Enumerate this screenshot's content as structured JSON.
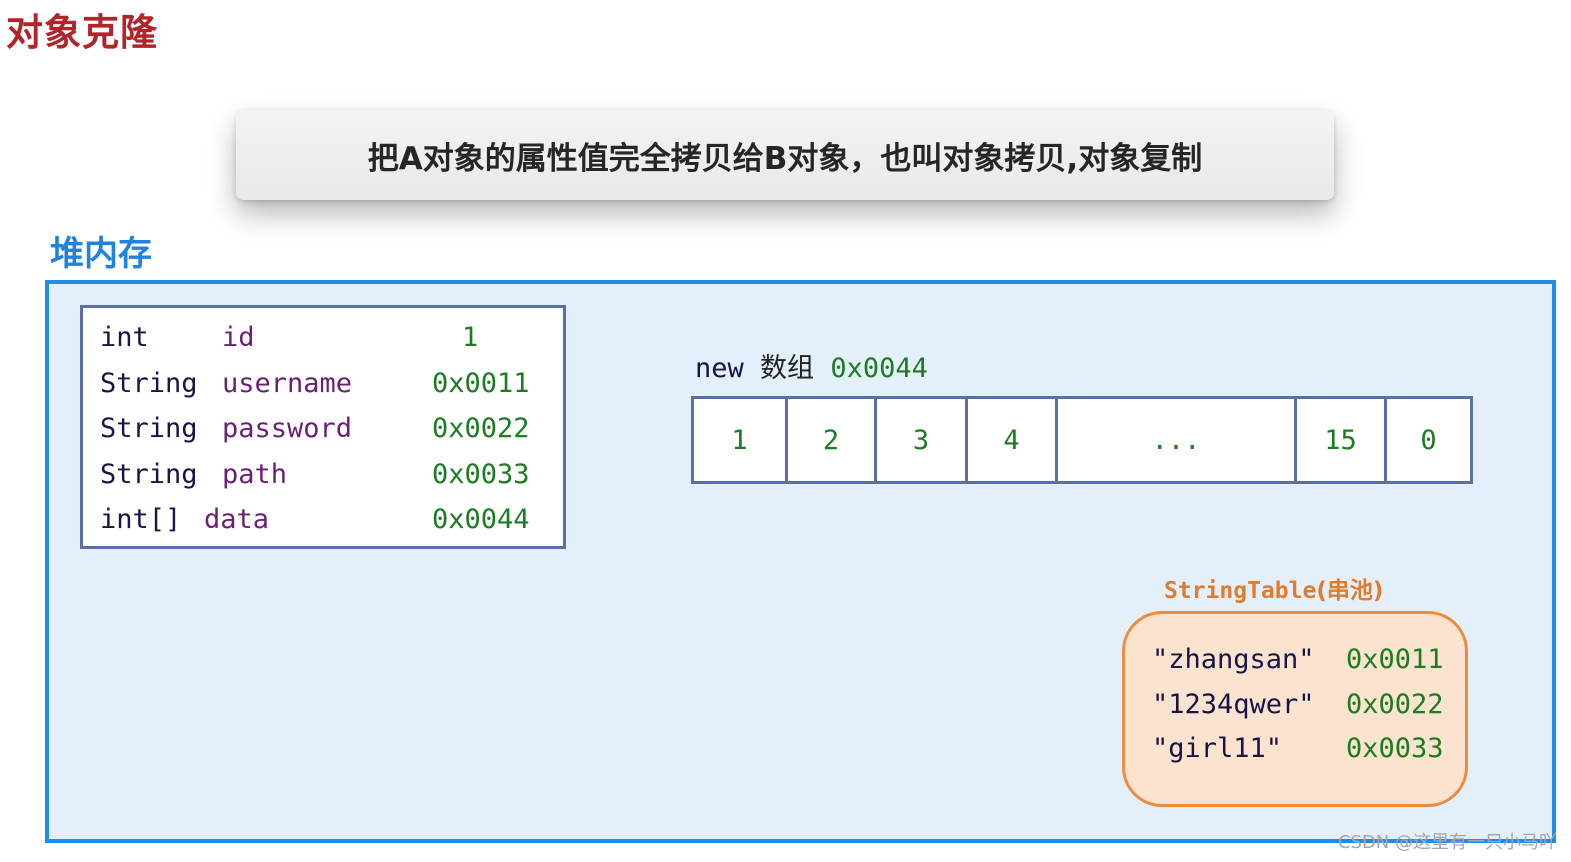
{
  "title": "对象克隆",
  "banner_text": "把A对象的属性值完全拷贝给B对象，也叫对象拷贝,对象复制",
  "heap_label": "堆内存",
  "object_fields": [
    {
      "type": "int",
      "name": "id",
      "value": "1"
    },
    {
      "type": "String",
      "name": "username",
      "value": "0x0011"
    },
    {
      "type": "String",
      "name": "password",
      "value": "0x0022"
    },
    {
      "type": "String",
      "name": "path",
      "value": "0x0033"
    },
    {
      "type": "int[]",
      "name": "data",
      "value": "0x0044"
    }
  ],
  "array": {
    "label_new": "new",
    "label_cn": "数组",
    "address": "0x0044",
    "cells": [
      "1",
      "2",
      "3",
      "4",
      "...",
      "15",
      "0"
    ]
  },
  "string_table": {
    "title_code": "StringTable",
    "title_cn": "(串池)",
    "entries": [
      {
        "value": "\"zhangsan\"",
        "address": "0x0011"
      },
      {
        "value": "\"1234qwer\"",
        "address": "0x0022"
      },
      {
        "value": "\"girl11\"",
        "address": "0x0033"
      }
    ]
  },
  "watermark": "CSDN @这里有一只小马吖"
}
